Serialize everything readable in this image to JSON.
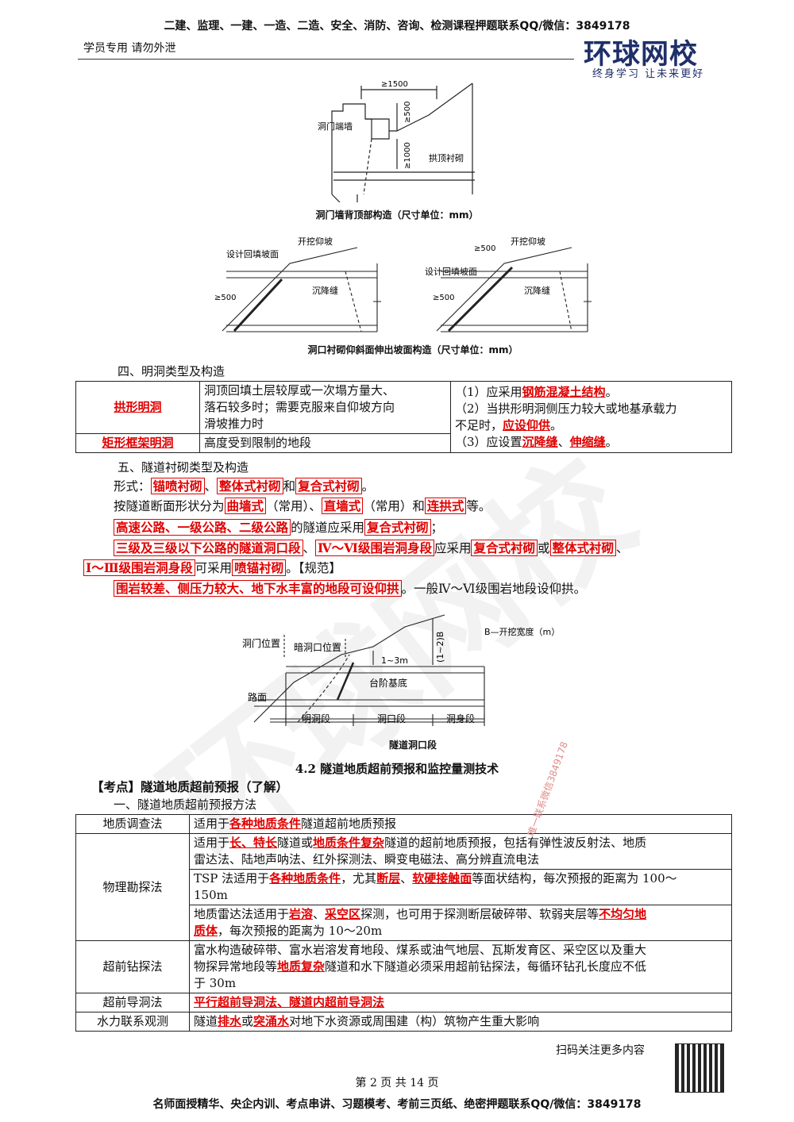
{
  "header": {
    "top_line": "二建、监理、一建、一造、二造、安全、消防、咨询、检测课程押题联系QQ/微信：3849178",
    "student_note": "学员专用 请勿外泄",
    "logo_main": "环球网校",
    "logo_sub": "终身学习 让未来更好"
  },
  "fig1": {
    "caption": "洞门墙背顶部构造（尺寸单位：mm）",
    "labels": [
      "≥1500",
      "≥500",
      "≥1000",
      "洞门端墙",
      "拱顶衬砌"
    ]
  },
  "fig2": {
    "caption": "洞口衬砌仰斜面伸出坡面构造（尺寸单位：mm）",
    "labels": [
      "开挖仰坡",
      "设计回填坡面",
      "≥500",
      "沉降缝"
    ]
  },
  "sec4": {
    "heading": "四、明洞类型及构造",
    "rows": [
      {
        "type": "拱形明洞",
        "cond": [
          "洞顶回填土层较厚或一次塌方量大、",
          "落石较多时；需要克服来自仰坡方向",
          "滑坡推力时"
        ]
      },
      {
        "type": "矩形框架明洞",
        "cond": [
          "高度受到限制的地段"
        ]
      }
    ],
    "notes": {
      "n1_pre": "（1）应采用",
      "n1_key": "钢筋混凝土结构",
      "n1_post": "。",
      "n2_a": "（2）当拱形明洞侧压力较大或地基承载力",
      "n2_b_pre": "不足时，",
      "n2_b_key": "应设仰供",
      "n2_b_post": "。",
      "n3_pre": "（3）应设置",
      "n3_k1": "沉降缝",
      "n3_sep": "、",
      "n3_k2": "伸缩缝",
      "n3_post": "。"
    }
  },
  "sec5": {
    "heading": "五、隧道衬砌类型及构造",
    "l1": {
      "pre": "形式：",
      "k1": "锚喷衬砌",
      "s1": "、",
      "k2": "整体式衬砌",
      "s2": "和",
      "k3": "复合式衬砌",
      "post": "。"
    },
    "l2": {
      "pre": "按隧道断面形状分为",
      "k1": "曲墙式",
      "s1": "（常用）、",
      "k2": "直墙式",
      "s2": "（常用）和",
      "k3": "连拱式",
      "post": "等。"
    },
    "l3": {
      "k1": "高速公路、一级公路、二级公路",
      "mid": "的隧道应采用",
      "k2": "复合式衬砌",
      "post": "；"
    },
    "l4": {
      "k1": "三级及三级以下公路的隧道洞口段",
      "s1": "、",
      "k2": "Ⅳ～Ⅵ级围岩洞身段",
      "s2": "应采用",
      "k3": "复合式衬砌",
      "s3": "或",
      "k4": "整体式衬砌",
      "post": "、"
    },
    "l5": {
      "k1": "Ⅰ～Ⅲ级围岩洞身段",
      "mid": "可采用",
      "k2": "喷锚衬砌",
      "post": "。【规范】"
    },
    "l6": {
      "k1": "围岩较差、侧压力较大、地下水丰富的地段可设仰拱",
      "post": "。一般Ⅳ～Ⅵ级围岩地段设仰拱。"
    }
  },
  "fig3": {
    "caption": "隧道洞口段",
    "labels": [
      "B—开挖宽度（m）",
      "洞门位置",
      "暗洞口位置",
      "1~3m",
      "(1~2)B",
      "台阶基底",
      "路面",
      "明洞段",
      "洞口段",
      "洞身段"
    ]
  },
  "sec42": {
    "title": "4.2  隧道地质超前预报和监控量测技术",
    "kaodian": "【考点】隧道地质超前预报（了解）",
    "sub": "一、隧道地质超前预报方法"
  },
  "table2": {
    "r1": {
      "name": "地质调查法",
      "pre": "适用于",
      "k": "各种地质条件",
      "post": "隧道超前地质预报"
    },
    "r2": {
      "name": "物理勘探法",
      "a_pre": "适用于",
      "a_k1": "长、特长",
      "a_m": "隧道或",
      "a_k2": "地质条件复杂",
      "a_post": "隧道的超前地质预报，包括有弹性波反射法、地质",
      "a_l2": "雷达法、陆地声呐法、红外探测法、瞬变电磁法、高分辨直流电法",
      "b_pre": "TSP 法适用于",
      "b_k1": "各种地质条件",
      "b_m1": "，尤其",
      "b_k2": "断层",
      "b_m2": "、",
      "b_k3": "软硬接触面",
      "b_post": "等面状结构，每次预报的距离为 100～",
      "b_l2": "150m",
      "c_pre": "地质雷达法适用于",
      "c_k1": "岩溶",
      "c_m1": "、",
      "c_k2": "采空区",
      "c_m2": "探测，也可用于探测断层破碎带、软弱夹层等",
      "c_k3": "不均匀地",
      "c_l2_k": "质体",
      "c_l2_post": "，每次预报的距离为 10～20m"
    },
    "r3": {
      "name": "超前钻探法",
      "l1": "富水构造破碎带、富水岩溶发育地段、煤系或油气地层、瓦斯发育区、采空区以及重大",
      "l2_pre": "物探异常地段等",
      "l2_k": "地质复杂",
      "l2_post": "隧道和水下隧道必须采用超前钻探法，每循环钻孔长度应不低",
      "l3": "于 30m"
    },
    "r4": {
      "name": "超前导洞法",
      "k1": "平行超前导洞法",
      "m": "、",
      "k2": "隧道内超前导洞法"
    },
    "r5": {
      "name": "水力联系观测",
      "pre": "隧道",
      "k1": "排水",
      "m": "或",
      "k2": "突涌水",
      "post": "对地下水资源或周围建（构）筑物产生重大影响"
    }
  },
  "footer": {
    "scan": "扫码关注更多内容",
    "page": "第 2 页 共 14 页",
    "bottom_line": "名师面授精华、央企内训、考点串讲、习题模考、考前三页纸、绝密押题联系QQ/微信：3849178"
  },
  "watermarks": {
    "w1": "唯一联系微信3849178",
    "big": "环球网校"
  }
}
